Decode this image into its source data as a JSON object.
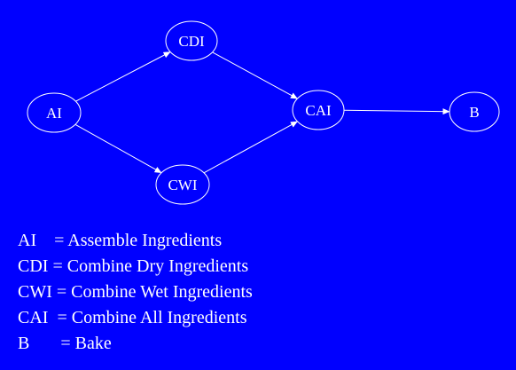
{
  "colors": {
    "background": "#0000FF",
    "foreground": "#FFFFFF"
  },
  "nodes": [
    {
      "id": "AI",
      "label": "AI"
    },
    {
      "id": "CDI",
      "label": "CDI"
    },
    {
      "id": "CWI",
      "label": "CWI"
    },
    {
      "id": "CAI",
      "label": "CAI"
    },
    {
      "id": "B",
      "label": "B"
    }
  ],
  "edges": [
    {
      "from": "AI",
      "to": "CDI"
    },
    {
      "from": "AI",
      "to": "CWI"
    },
    {
      "from": "CDI",
      "to": "CAI"
    },
    {
      "from": "CWI",
      "to": "CAI"
    },
    {
      "from": "CAI",
      "to": "B"
    }
  ],
  "legend": [
    {
      "abbr": "AI",
      "text": "AI    = Assemble Ingredients"
    },
    {
      "abbr": "CDI",
      "text": "CDI = Combine Dry Ingredients"
    },
    {
      "abbr": "CWI",
      "text": "CWI = Combine Wet Ingredients"
    },
    {
      "abbr": "CAI",
      "text": "CAI  = Combine All Ingredients"
    },
    {
      "abbr": "B",
      "text": "B       = Bake"
    }
  ]
}
